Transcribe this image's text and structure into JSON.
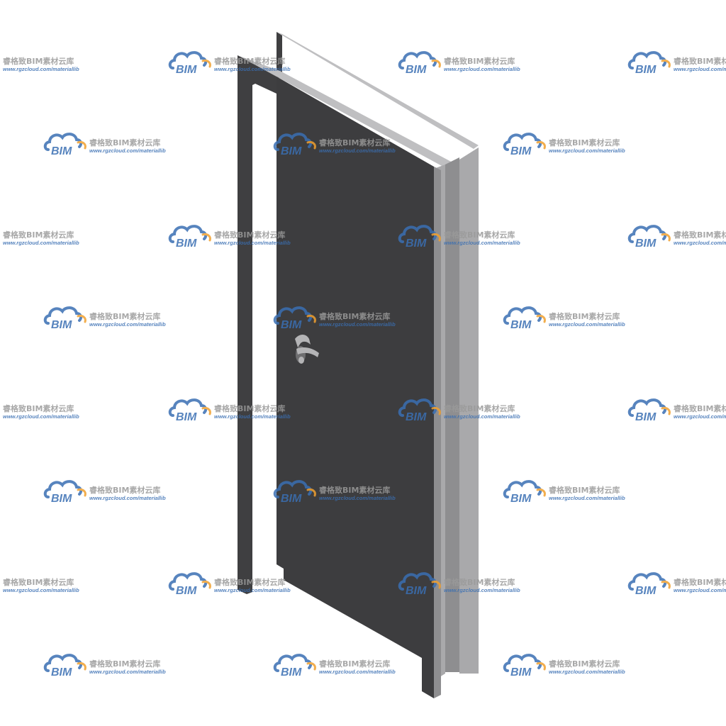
{
  "watermark": {
    "title": "睿格致BIM素材云库",
    "url": "www.rgzcloud.com/materiallib",
    "logo_text": "BIM",
    "logo_blue": "#3a6fb3",
    "logo_orange": "#f0a030"
  },
  "colors": {
    "door_leaf": "#3d3d3f",
    "frame_front": "#3f3f41",
    "frame_side": "#a9a9ab",
    "frame_edge": "#8e8e90",
    "frame_top": "#bfbfc1",
    "handle": "#b4b4b6"
  }
}
